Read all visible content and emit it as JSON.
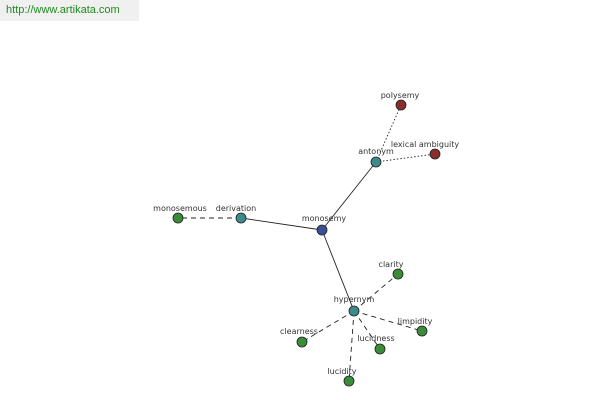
{
  "source": {
    "url_text": "http://www.artikata.com"
  },
  "graph": {
    "colors": {
      "center": "#3b4f96",
      "relation": "#3d8a8a",
      "related": "#3a8c3a",
      "accent": "#8b2c2c",
      "edge": "#222222"
    },
    "nodes": [
      {
        "id": "monosemy",
        "label": "monosemy",
        "kind": "center"
      },
      {
        "id": "antonym",
        "label": "antonym",
        "kind": "relation"
      },
      {
        "id": "derivation",
        "label": "derivation",
        "kind": "relation"
      },
      {
        "id": "hypernym",
        "label": "hypernym",
        "kind": "relation"
      },
      {
        "id": "polysemy",
        "label": "polysemy",
        "kind": "accent"
      },
      {
        "id": "lexical-ambiguity",
        "label": "lexical ambiguity",
        "kind": "accent"
      },
      {
        "id": "monosemous",
        "label": "monosemous",
        "kind": "related"
      },
      {
        "id": "clarity",
        "label": "clarity",
        "kind": "related"
      },
      {
        "id": "clearness",
        "label": "clearness",
        "kind": "related"
      },
      {
        "id": "limpidity",
        "label": "limpidity",
        "kind": "related"
      },
      {
        "id": "lucidness",
        "label": "lucidness",
        "kind": "related"
      },
      {
        "id": "lucidity",
        "label": "lucidity",
        "kind": "related"
      }
    ],
    "edges": [
      {
        "from": "monosemy",
        "to": "antonym",
        "style": "solid"
      },
      {
        "from": "monosemy",
        "to": "derivation",
        "style": "solid"
      },
      {
        "from": "monosemy",
        "to": "hypernym",
        "style": "solid"
      },
      {
        "from": "antonym",
        "to": "polysemy",
        "style": "dotted"
      },
      {
        "from": "antonym",
        "to": "lexical-ambiguity",
        "style": "dotted"
      },
      {
        "from": "derivation",
        "to": "monosemous",
        "style": "dashed"
      },
      {
        "from": "hypernym",
        "to": "clarity",
        "style": "dashed"
      },
      {
        "from": "hypernym",
        "to": "clearness",
        "style": "dashed"
      },
      {
        "from": "hypernym",
        "to": "limpidity",
        "style": "dashed"
      },
      {
        "from": "hypernym",
        "to": "lucidness",
        "style": "dashed"
      },
      {
        "from": "hypernym",
        "to": "lucidity",
        "style": "dashed"
      }
    ]
  }
}
